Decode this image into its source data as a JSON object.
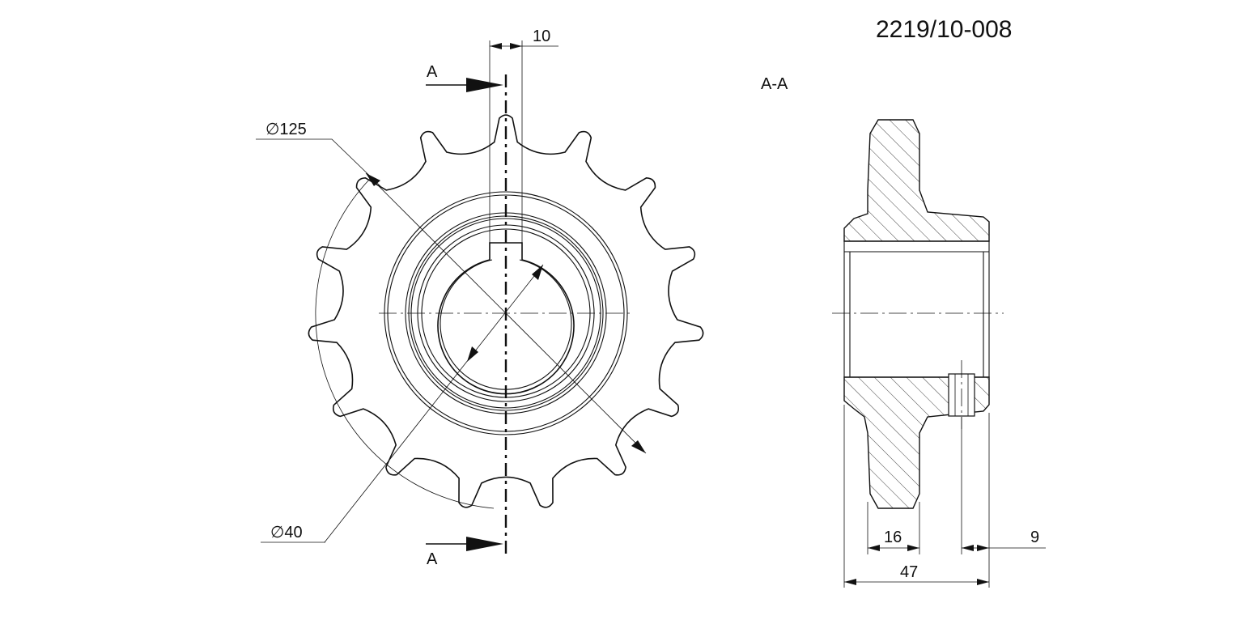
{
  "drawing": {
    "part_number": "2219/10-008",
    "section_title": "A-A",
    "cut_label_top": "A",
    "cut_label_bottom": "A",
    "front_view": {
      "tooth_count": 15,
      "dim_width_slot": "10",
      "dim_outer_diameter": "∅125",
      "dim_bore_diameter": "∅40"
    },
    "section_view": {
      "dim_hub_left": "16",
      "dim_hole_offset": "9",
      "dim_total_length": "47"
    }
  }
}
